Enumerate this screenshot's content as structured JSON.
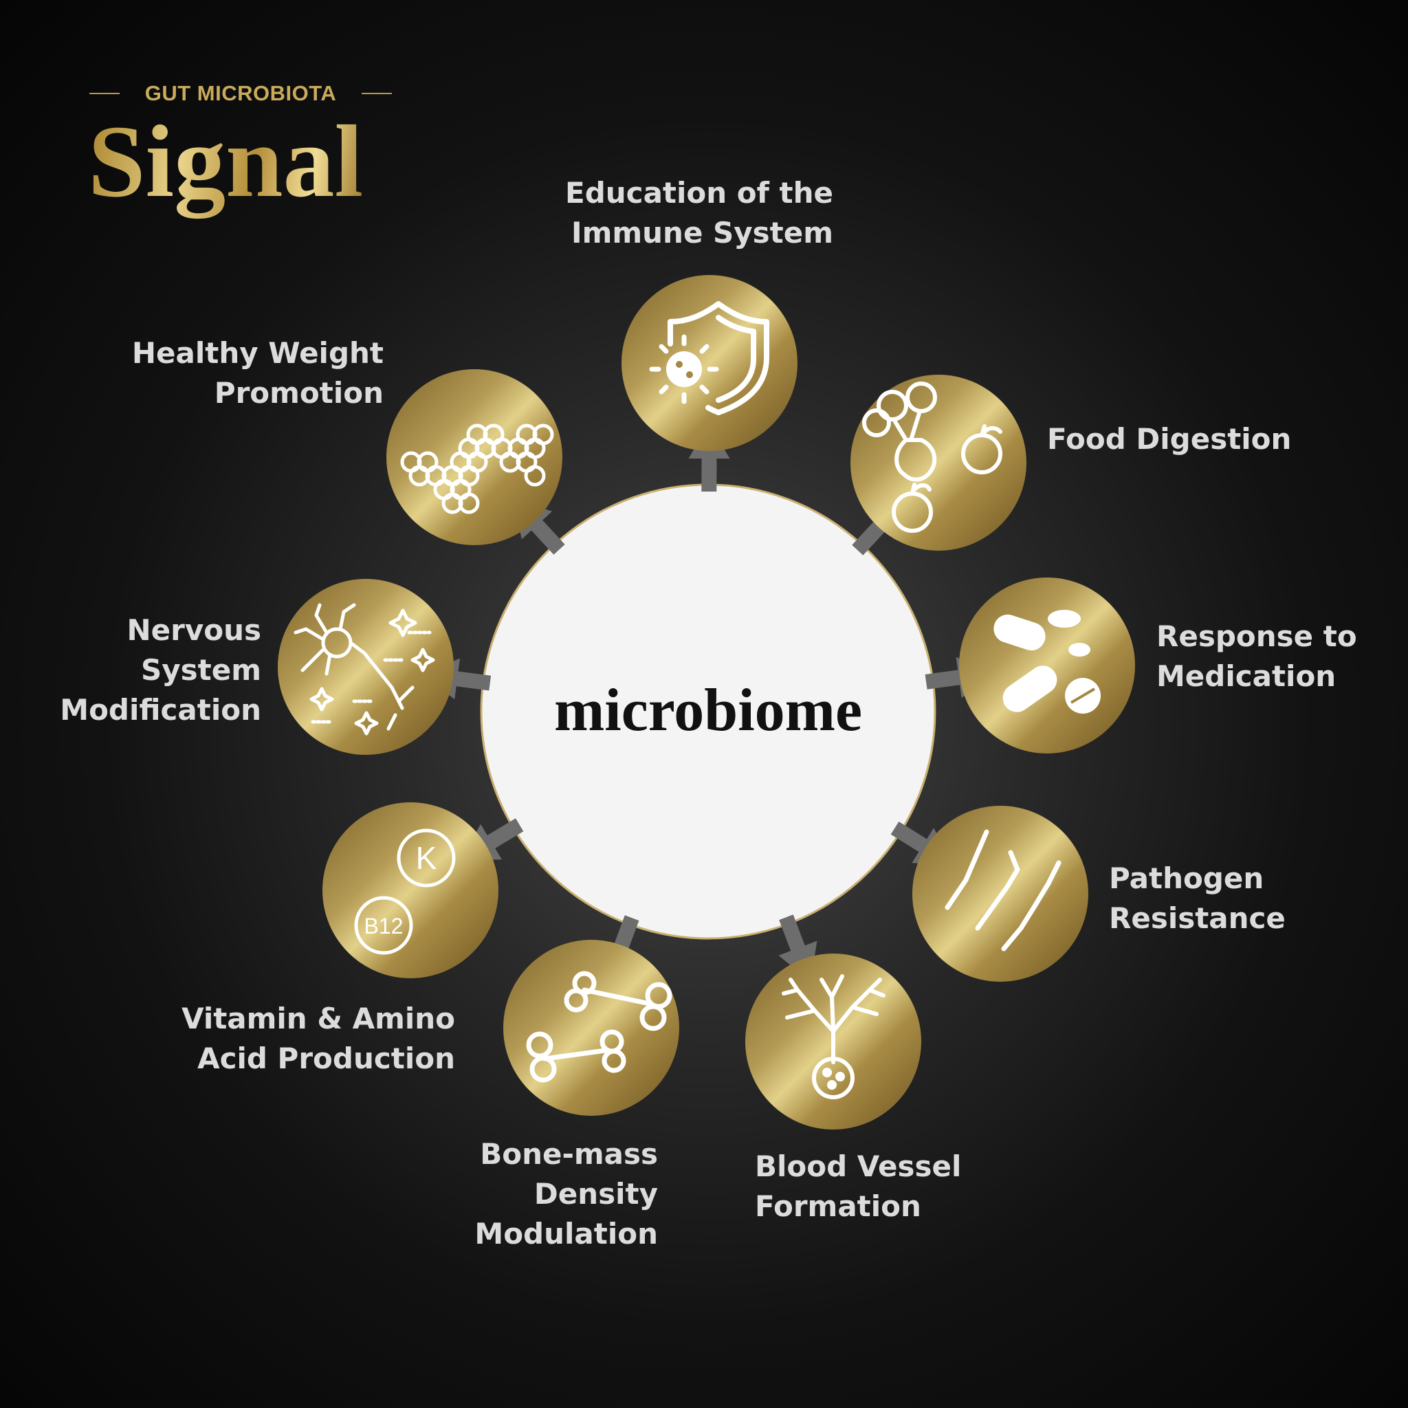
{
  "brand": {
    "subtitle": "GUT MICROBIOTA",
    "title": "Signal"
  },
  "center": {
    "label": "microbiome"
  },
  "colors": {
    "gold_dark": "#8a6d2e",
    "gold_light": "#d8c47c",
    "arrow": "#6d6d6d",
    "label_text": "#dcdcdc",
    "center_fill": "#f4f4f4"
  },
  "nodes": [
    {
      "id": "immune",
      "icon": "shield-virus-icon",
      "lines": [
        "Education of the",
        "Immune System"
      ]
    },
    {
      "id": "digestion",
      "icon": "vegetables-fruit-icon",
      "lines": [
        "Food Digestion"
      ]
    },
    {
      "id": "medication",
      "icon": "pills-icon",
      "lines": [
        "Response to",
        "Medication"
      ]
    },
    {
      "id": "pathogen",
      "icon": "bacteria-icon",
      "lines": [
        "Pathogen",
        "Resistance"
      ]
    },
    {
      "id": "blood-vessel",
      "icon": "blood-vessel-icon",
      "lines": [
        "Blood Vessel",
        "Formation"
      ]
    },
    {
      "id": "bone",
      "icon": "bone-icon",
      "lines": [
        "Bone-mass",
        "Density",
        "Modulation"
      ]
    },
    {
      "id": "vitamin",
      "icon": "vitamin-icon",
      "lines": [
        "Vitamin & Amino",
        "Acid Production"
      ],
      "vitamins": [
        "K",
        "B12"
      ]
    },
    {
      "id": "nervous",
      "icon": "neuron-icon",
      "lines": [
        "Nervous",
        "System",
        "Modification"
      ]
    },
    {
      "id": "weight",
      "icon": "fat-cells-icon",
      "lines": [
        "Healthy Weight",
        "Promotion"
      ]
    }
  ]
}
